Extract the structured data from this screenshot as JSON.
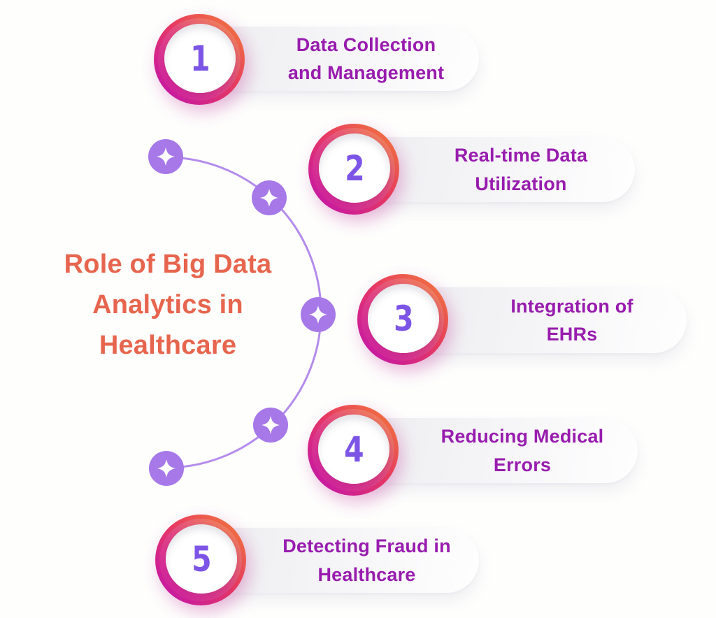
{
  "title": {
    "text": "Role of Big Data Analytics in Healthcare",
    "lines": [
      "Role of Big Data",
      "Analytics in",
      "Healthcare"
    ],
    "color": "#E7654E"
  },
  "steps": [
    {
      "number": "1",
      "label": "Data Collection and Management",
      "lines": [
        "Data Collection",
        "and Management"
      ]
    },
    {
      "number": "2",
      "label": "Real-time Data Utilization",
      "lines": [
        "Real-time Data",
        "Utilization"
      ]
    },
    {
      "number": "3",
      "label": "Integration of EHRs",
      "lines": [
        "Integration of",
        "EHRs"
      ]
    },
    {
      "number": "4",
      "label": "Reducing Medical Errors",
      "lines": [
        "Reducing Medical",
        "Errors"
      ]
    },
    {
      "number": "5",
      "label": "Detecting Fraud in Healthcare",
      "lines": [
        "Detecting Fraud in",
        "Healthcare"
      ]
    }
  ],
  "decor": {
    "sparkle_icon": "four-point-star",
    "sparkle_count": 5,
    "connector_shape": "right-bulging-arc"
  },
  "colors": {
    "background": "#FEFEFD",
    "title_text": "#E7654E",
    "label_text": "#981CAE",
    "number_text": "#7D55E6",
    "badge_gradient_start": "#F28038",
    "badge_gradient_mid": "#E83A61",
    "badge_gradient_end": "#C013AF",
    "pill_background": "#EDEDF0",
    "connector_line": "#B48CEC",
    "sparkle_fill": "#A678E8",
    "sparkle_star": "#FFFFFF"
  }
}
